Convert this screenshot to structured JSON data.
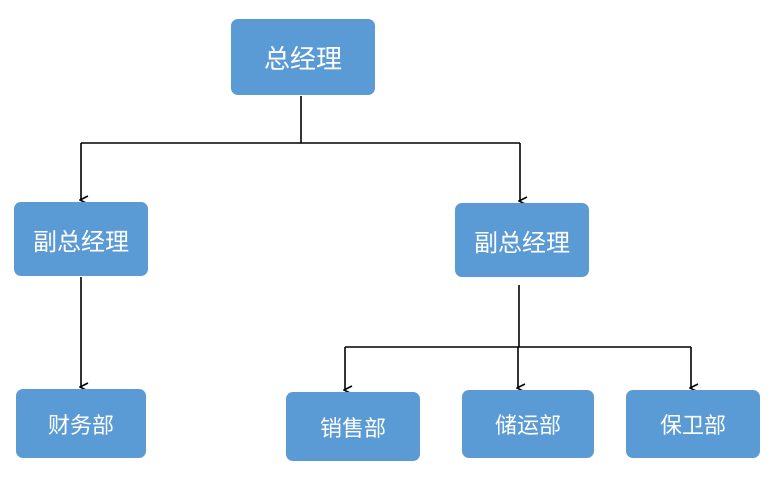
{
  "diagram": {
    "nodes": [
      {
        "id": "gm",
        "label": "总经理"
      },
      {
        "id": "dgm-left",
        "label": "副总经理"
      },
      {
        "id": "dgm-right",
        "label": "副总经理"
      },
      {
        "id": "finance",
        "label": "财务部"
      },
      {
        "id": "sales",
        "label": "销售部"
      },
      {
        "id": "logistics",
        "label": "储运部"
      },
      {
        "id": "security",
        "label": "保卫部"
      }
    ],
    "edges": [
      {
        "from": "gm",
        "to": "dgm-left"
      },
      {
        "from": "gm",
        "to": "dgm-right"
      },
      {
        "from": "dgm-left",
        "to": "finance"
      },
      {
        "from": "dgm-right",
        "to": "sales"
      },
      {
        "from": "dgm-right",
        "to": "logistics"
      },
      {
        "from": "dgm-right",
        "to": "security"
      }
    ],
    "colors": {
      "node_fill": "#5b9bd5",
      "node_text": "#ffffff",
      "connector": "#000000"
    }
  }
}
